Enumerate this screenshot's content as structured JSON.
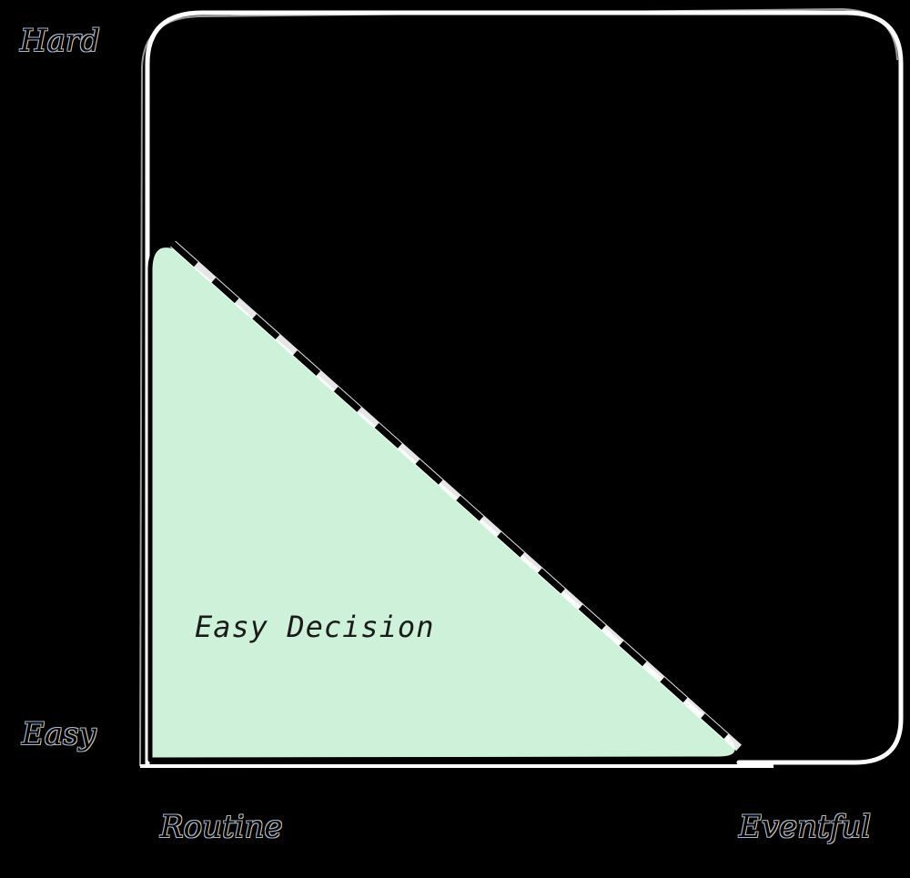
{
  "axis": {
    "y_top": "Hard",
    "y_bottom": "Easy",
    "x_left": "Routine",
    "x_right": "Eventful"
  },
  "region": {
    "label": "Easy Decision",
    "fill_color": "#cdf2d9"
  },
  "colors": {
    "background": "#000000",
    "frame": "#ffffff",
    "outline": "#000000",
    "dashed_boundary": "#000000"
  }
}
